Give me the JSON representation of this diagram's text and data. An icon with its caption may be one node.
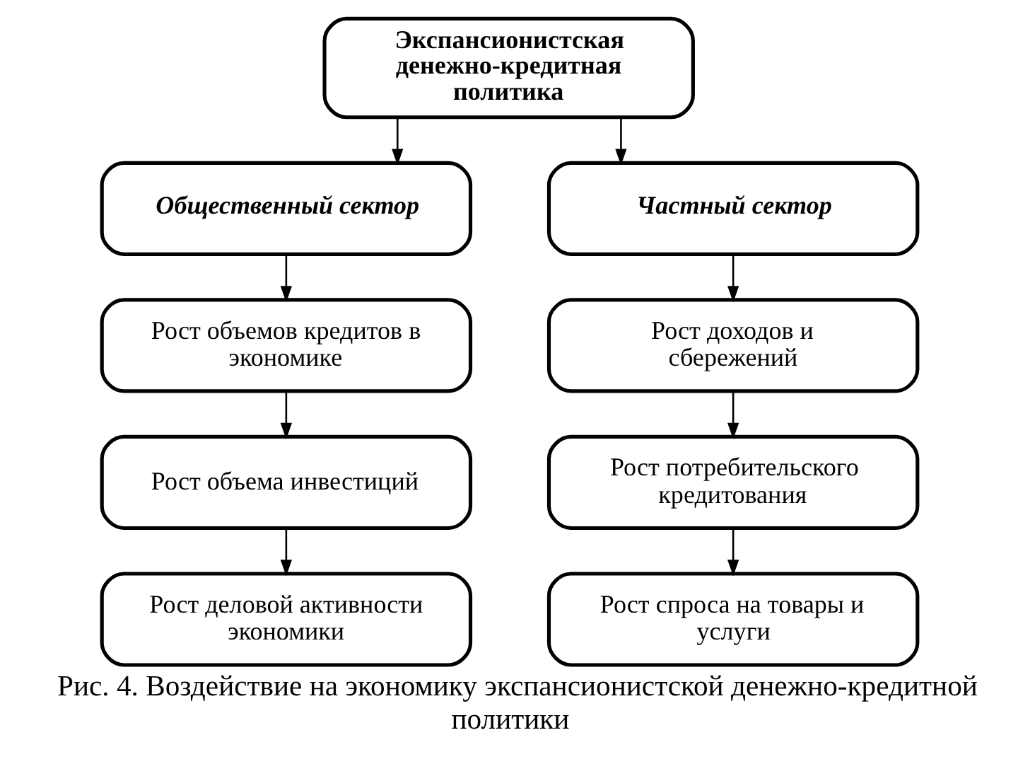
{
  "diagram": {
    "caption": "Рис. 4. Воздействие на экономику экспансионистской денежно-кредитной политики",
    "nodes": [
      {
        "text": [
          "Экспансионистская денежно-кредитная политика"
        ]
      },
      {
        "text": [
          "Общественный сектор"
        ]
      },
      {
        "text": [
          "Частный сектор"
        ]
      },
      {
        "text": [
          "Рост объемов кредитов в экономике"
        ]
      },
      {
        "text": [
          "Рост доходов и сбережений"
        ]
      },
      {
        "text": [
          "Рост объема инвестиций"
        ]
      },
      {
        "text": [
          "Рост потребительского кредитования"
        ]
      },
      {
        "text": [
          "Рост деловой активности экономики"
        ]
      },
      {
        "text": [
          "Рост спроса на товары и услуги"
        ]
      }
    ],
    "edges": [
      {
        "from": 0,
        "to": 1,
        "arrow": "to"
      },
      {
        "from": 0,
        "to": 2,
        "arrow": "to"
      },
      {
        "from": 1,
        "to": 3,
        "arrow": "to"
      },
      {
        "from": 3,
        "to": 5,
        "arrow": "to"
      },
      {
        "from": 5,
        "to": 7,
        "arrow": "to"
      },
      {
        "from": 2,
        "to": 4,
        "arrow": "to"
      },
      {
        "from": 4,
        "to": 6,
        "arrow": "to"
      },
      {
        "from": 6,
        "to": 8,
        "arrow": "to"
      }
    ]
  }
}
